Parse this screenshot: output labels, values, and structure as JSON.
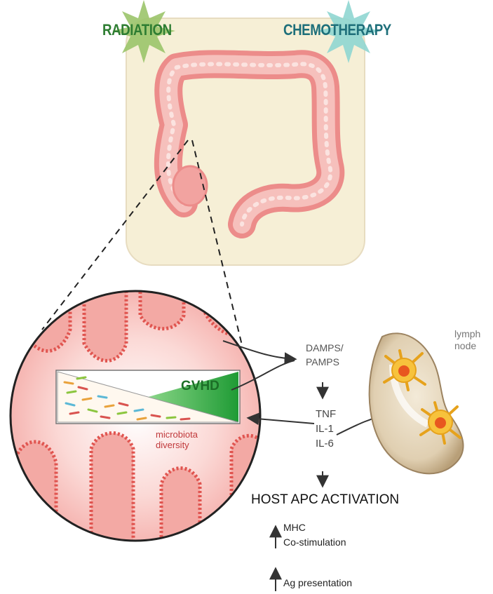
{
  "stressors": {
    "radiation": "RADIATION",
    "chemotherapy": "CHEMOTHERAPY"
  },
  "gvhd_label": "GVHD",
  "microbiota": {
    "line1": "microbiota",
    "line2": "diversity"
  },
  "signals": {
    "damps_line1": "DAMPS/",
    "damps_line2": "PAMPS",
    "tnf": "TNF",
    "il1": "IL-1",
    "il6": "IL-6"
  },
  "lymph": {
    "line1": "lymph",
    "line2": "node"
  },
  "outcome": "HOST APC ACTIVATION",
  "upregulated": {
    "mhc": "MHC",
    "costim": "Co-stimulation",
    "ag": "Ag presentation"
  },
  "colors": {
    "radiation": "#2e7d32",
    "chemotherapy": "#1e6f7a",
    "gvhd": "#1b8a2e",
    "gut": "#f2a3a0",
    "panel": "#f6efd6"
  }
}
